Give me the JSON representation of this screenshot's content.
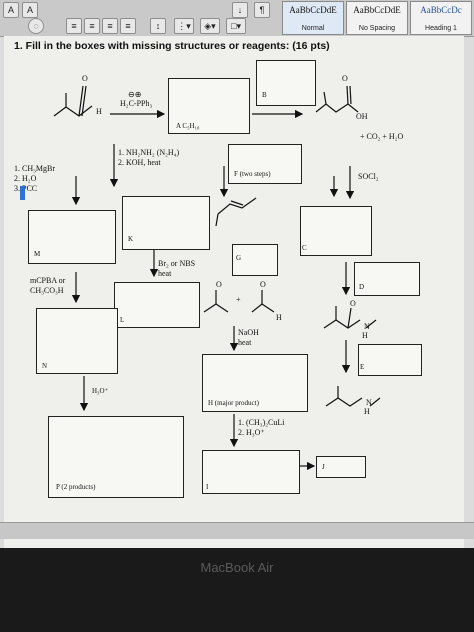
{
  "ribbon": {
    "tools": [
      "A",
      "A"
    ],
    "styles": [
      {
        "sample": "AaBbCcDdE",
        "name": "Normal"
      },
      {
        "sample": "AaBbCcDdE",
        "name": "No Spacing"
      },
      {
        "sample": "AaBbCcDc",
        "name": "Heading 1"
      }
    ]
  },
  "document": {
    "heading": "1. Fill in the boxes with missing structures or reagents: (16 pts)",
    "labels": {
      "A": "A  C₅H₁₀",
      "B": "B",
      "C": "C",
      "D": "D",
      "E": "E",
      "F": "F (two steps)",
      "G": "G",
      "H": "H (major product)",
      "I": "I",
      "J": "J",
      "K": "K",
      "L": "L",
      "M": "M",
      "N": "N",
      "P": "P (2 products)"
    },
    "reagents": {
      "wittig": "H₂C-PPh₃",
      "wittig_charges": "⊖⊕",
      "wolff1": "1. NH₂NH₂ (N₂H₄)",
      "wolff2": "2. KOH, heat",
      "grignard1": "1. CH₃MgBr",
      "grignard2": "2. H₂O",
      "grignard3": "3. PCC",
      "co2": "+ CO₂ + H₂O",
      "socl2": "SOCl₂",
      "br1": "Br₂ or NBS",
      "br2": "heat",
      "mcpba1": "mCPBA or",
      "mcpba2": "CH₃CO₃H",
      "naoh1": "NaOH",
      "naoh2": "heat",
      "h3o": "H₃O⁺",
      "cuprate1": "1. (CH₃)₂CuLi",
      "cuprate2": "2. H₃O⁺",
      "plus": "+"
    },
    "atoms": {
      "O": "O",
      "H": "H",
      "OH": "OH",
      "N": "N",
      "NH": "H"
    }
  },
  "laptop": {
    "brand": "MacBook Air"
  }
}
